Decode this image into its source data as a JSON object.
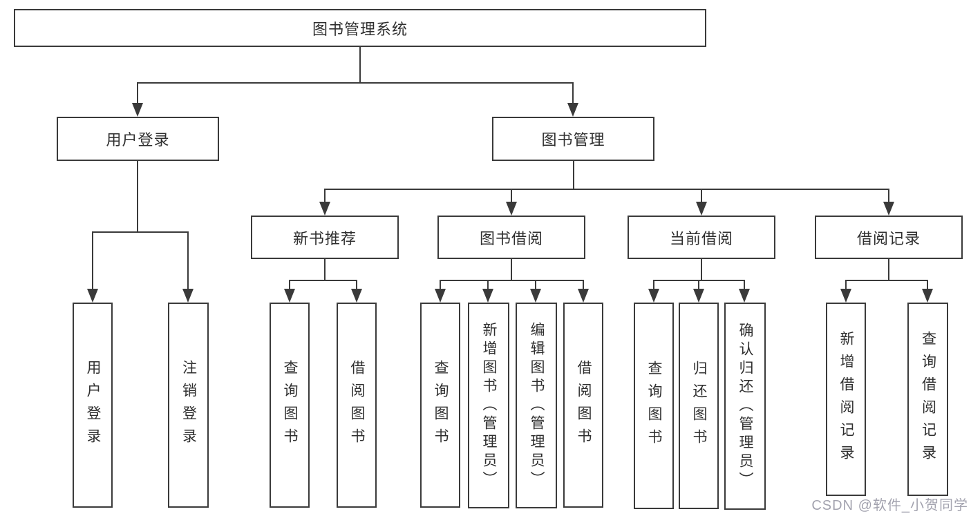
{
  "diagram": {
    "root": {
      "label": "图书管理系统"
    },
    "level2": [
      {
        "label": "用户登录"
      },
      {
        "label": "图书管理"
      }
    ],
    "level3": [
      {
        "label": "新书推荐"
      },
      {
        "label": "图书借阅"
      },
      {
        "label": "当前借阅"
      },
      {
        "label": "借阅记录"
      }
    ],
    "leaves": [
      {
        "label": "用户登录",
        "parent": "用户登录"
      },
      {
        "label": "注销登录",
        "parent": "用户登录"
      },
      {
        "label": "查询图书",
        "parent": "新书推荐"
      },
      {
        "label": "借阅图书",
        "parent": "新书推荐"
      },
      {
        "label": "查询图书",
        "parent": "图书借阅"
      },
      {
        "label": "新增图书（管理员）",
        "parent": "图书借阅"
      },
      {
        "label": "编辑图书（管理员）",
        "parent": "图书借阅"
      },
      {
        "label": "借阅图书",
        "parent": "图书借阅"
      },
      {
        "label": "查询图书",
        "parent": "当前借阅"
      },
      {
        "label": "归还图书",
        "parent": "当前借阅"
      },
      {
        "label": "确认归还（管理员）",
        "parent": "当前借阅"
      },
      {
        "label": "新增借阅记录",
        "parent": "借阅记录"
      },
      {
        "label": "查询借阅记录",
        "parent": "借阅记录"
      }
    ],
    "watermark": "CSDN @软件_小贺同学",
    "colors": {
      "line": "#3a3a3a",
      "text": "#2f2f2f",
      "watermark": "#a3a3af",
      "background": "#ffffff"
    }
  }
}
